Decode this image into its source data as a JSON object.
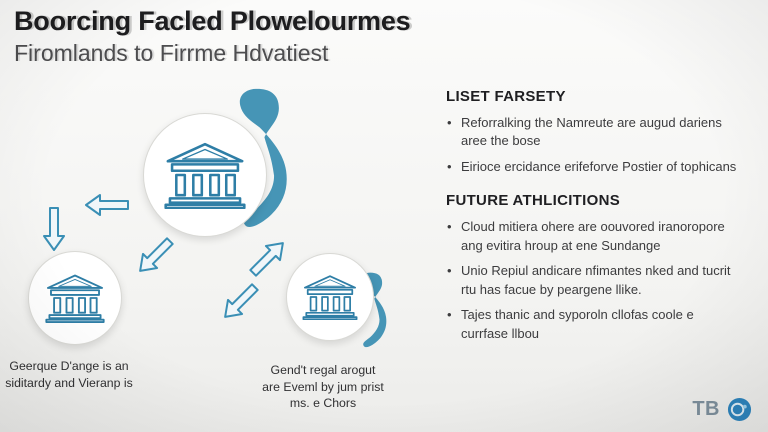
{
  "colors": {
    "accent": "#4695b6",
    "accent-dark": "#2e7ea6",
    "title": "#1d1d1f"
  },
  "header": {
    "title": "Boorcing Facled Plowelourmes",
    "subtitle": "Firomlands to Firrme Hdvatiest"
  },
  "diagram": {
    "caption_left": "Geerque D'ange is an siditardy and Vieranp is",
    "caption_center": "Gend't regal arogut are Eveml by jum prist ms. e Chors",
    "icons": {
      "node_icon": "bank-building-icon",
      "map_icon": "vietnam-map"
    }
  },
  "sections": [
    {
      "title": "LISET FARSETY",
      "items": [
        "Reforralking the Namreute are augud dariens aree the bose",
        "Eirioce ercidance erifeforve Postier of tophicans"
      ]
    },
    {
      "title": "FUTURE ATHLICITIONS",
      "items": [
        "Cloud mitiera ohere are oouvored iranoropore ang evitira hroup at ene Sundange",
        "Unio Repiul andicare nfimantes nked and tucrit rtu has facue by peargene llike.",
        "Tajes thanic and syporoln cllofas coole e currfase llbou"
      ]
    }
  ],
  "logo": {
    "text": "TB"
  }
}
